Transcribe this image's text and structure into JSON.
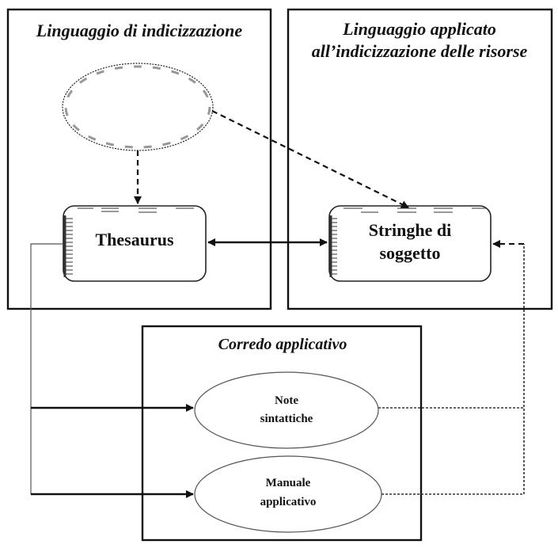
{
  "diagram": {
    "groups": [
      {
        "id": "indexing-language",
        "title_lines": [
          "Linguaggio di indicizzazione"
        ]
      },
      {
        "id": "applied-language",
        "title_lines": [
          "Linguaggio applicato",
          "all’indicizzazione delle risorse"
        ]
      },
      {
        "id": "application-kit",
        "title_lines": [
          "Corredo applicativo"
        ]
      }
    ],
    "nodes": [
      {
        "id": "unlabeled-ellipse",
        "shape": "ellipse",
        "label_lines": []
      },
      {
        "id": "thesaurus",
        "shape": "rounded-rect",
        "label_lines": [
          "Thesaurus"
        ]
      },
      {
        "id": "subject-strings",
        "shape": "rounded-rect",
        "label_lines": [
          "Stringhe di",
          "soggetto"
        ]
      },
      {
        "id": "syntax-notes",
        "shape": "ellipse",
        "label_lines": [
          "Note",
          "sintattiche"
        ]
      },
      {
        "id": "application-manual",
        "shape": "ellipse",
        "label_lines": [
          "Manuale",
          "applicativo"
        ]
      }
    ],
    "edges": [
      {
        "from": "unlabeled-ellipse",
        "to": "thesaurus",
        "style": "dashed",
        "arrow": "end"
      },
      {
        "from": "unlabeled-ellipse",
        "to": "subject-strings",
        "style": "dashed",
        "arrow": "end"
      },
      {
        "from": "thesaurus",
        "to": "subject-strings",
        "style": "solid",
        "arrow": "both"
      },
      {
        "from": "thesaurus",
        "to": "syntax-notes",
        "style": "solid",
        "arrow": "end"
      },
      {
        "from": "thesaurus",
        "to": "application-manual",
        "style": "solid",
        "arrow": "end"
      },
      {
        "from": "syntax-notes",
        "to": "subject-strings",
        "style": "dotted",
        "arrow": "end"
      },
      {
        "from": "application-manual",
        "to": "subject-strings",
        "style": "dotted",
        "arrow": "end"
      }
    ]
  }
}
